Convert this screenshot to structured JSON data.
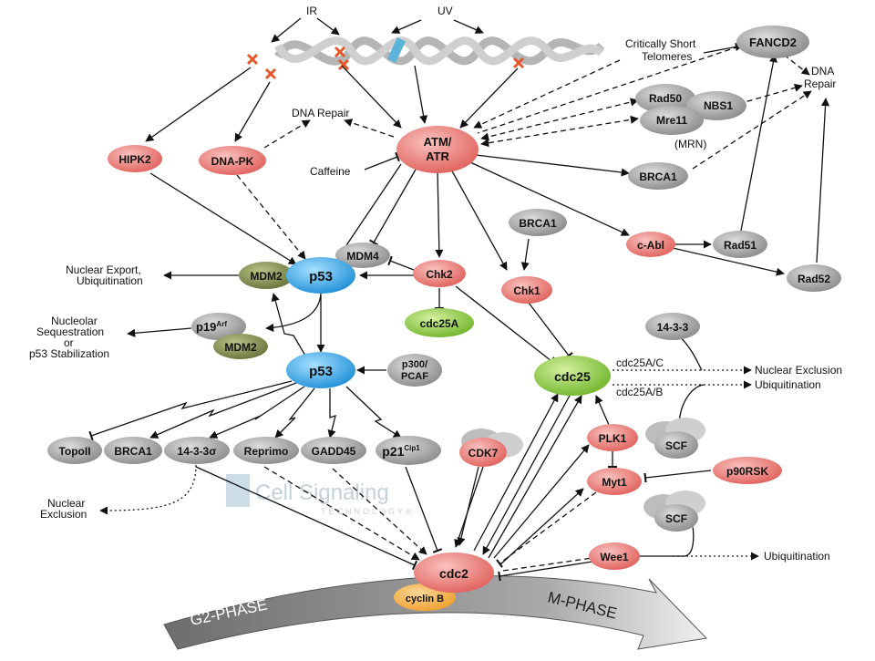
{
  "labels": {
    "ir": "IR",
    "uv": "UV",
    "telomeres_1": "Critically Short",
    "telomeres_2": "Telomeres",
    "dna_repair_left": "DNA Repair",
    "dna_repair_right_1": "DNA",
    "dna_repair_right_2": "Repair",
    "mrn": "(MRN)",
    "caffeine": "Caffeine",
    "nuclear_export_1": "Nuclear Export,",
    "nuclear_export_2": "Ubiquitination",
    "nucleolar_1": "Nucleolar",
    "nucleolar_2": "Sequestration",
    "nucleolar_3": "or",
    "nucleolar_4": "p53 Stabilization",
    "cdc25ac": "cdc25A/C",
    "cdc25ab": "cdc25A/B",
    "nuclear_exclusion_right": "Nuclear Exclusion",
    "ubiquitination_right": "Ubiquitination",
    "ubiquitination_bottom": "Ubiquitination",
    "nuclear_exclusion_left_1": "Nuclear",
    "nuclear_exclusion_left_2": "Exclusion",
    "g2_phase": "G2-PHASE",
    "m_phase": "M-PHASE",
    "watermark_main": "Cell Signaling",
    "watermark_sub": "TECHNOLOGY®"
  },
  "nodes": {
    "fancd2": "FANCD2",
    "rad50": "Rad50",
    "nbs1": "NBS1",
    "mre11": "Mre11",
    "atm": "ATM/",
    "atr": "ATR",
    "hipk2": "HIPK2",
    "dnapk": "DNA-PK",
    "brca1_top": "BRCA1",
    "brca1_mid": "BRCA1",
    "cabl": "c-Abl",
    "rad51": "Rad51",
    "rad52": "Rad52",
    "mdm4": "MDM4",
    "mdm2_top": "MDM2",
    "p53_top": "p53",
    "chk2": "Chk2",
    "chk1": "Chk1",
    "cdc25a": "cdc25A",
    "p19arf": "p19",
    "p19arf_sup": "Arf",
    "mdm2_low": "MDM2",
    "p53_low": "p53",
    "p300_1": "p300/",
    "p300_2": "PCAF",
    "cdc25": "cdc25",
    "n1433": "14-3-3",
    "scf_mid": "SCF",
    "scf_low": "SCF",
    "topoii": "TopoII",
    "brca1_low": "BRCA1",
    "n1433s": "14-3-3σ",
    "reprimo": "Reprimo",
    "gadd45": "GADD45",
    "p21": "p21",
    "p21_sup": "Cip1",
    "cdk7": "CDK7",
    "plk1": "PLK1",
    "myt1": "Myt1",
    "p90rsk": "p90RSK",
    "wee1": "Wee1",
    "cdc2": "cdc2",
    "cyclinb": "cyclin B"
  },
  "colors": {
    "red_node": "#ec8a86",
    "gray_node": "#a7a7a7",
    "blue_node": "#2aa6e6",
    "green_node": "#8fcc3f",
    "olive_node": "#7f8c48",
    "orange_node": "#f4b24e",
    "phase_arrow": "#8f8f8f",
    "x_mark": "#e2582a"
  }
}
